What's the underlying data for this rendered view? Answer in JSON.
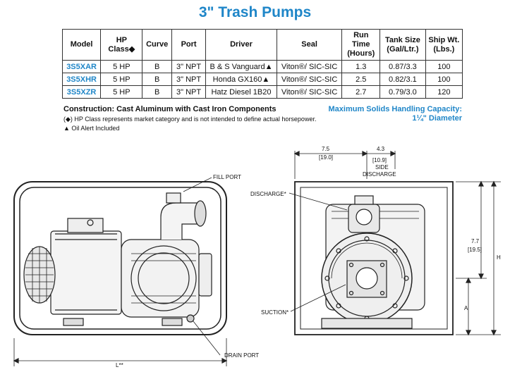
{
  "page_title": "3\" Trash Pumps",
  "table": {
    "headers": [
      "Model",
      "HP Class◆",
      "Curve",
      "Port",
      "Driver",
      "Seal",
      "Run Time (Hours)",
      "Tank Size (Gal/Ltr.)",
      "Ship Wt. (Lbs.)"
    ],
    "rows": [
      [
        "3S5XAR",
        "5 HP",
        "B",
        "3\" NPT",
        "B & S Vanguard▲",
        "Viton®/ SIC-SIC",
        "1.3",
        "0.87/3.3",
        "100"
      ],
      [
        "3S5XHR",
        "5 HP",
        "B",
        "3\" NPT",
        "Honda GX160▲",
        "Viton®/ SIC-SIC",
        "2.5",
        "0.82/3.1",
        "100"
      ],
      [
        "3S5XZR",
        "5 HP",
        "B",
        "3\" NPT",
        "Hatz Diesel 1B20",
        "Viton®/ SIC-SIC",
        "2.7",
        "0.79/3.0",
        "120"
      ]
    ]
  },
  "construction": "Construction: Cast Aluminum with Cast Iron Components",
  "notes": {
    "hp_class": "(◆) HP Class represents market category and is not intended to define actual horsepower.",
    "oil_alert": "▲ Oil Alert Included"
  },
  "solids": {
    "line1": "Maximum Solids Handling Capacity:",
    "line2": "1¼\" Diameter"
  },
  "drawing": {
    "fill_port": "FILL PORT",
    "drain_port": "DRAIN PORT",
    "length": "L**",
    "discharge": "DISCHARGE*",
    "suction": "SUCTION*",
    "dim_7_5": "7.5",
    "dim_19_0": "[19.0]",
    "dim_4_3": "4.3",
    "dim_10_9": "[10.9]",
    "side": "SIDE",
    "side_discharge": "DISCHARGE",
    "dim_7_7": "7.7",
    "dim_19_5": "[19.5]",
    "dim_h": "H",
    "dim_a": "A"
  },
  "colors": {
    "accent": "#1f86c8",
    "line": "#222222"
  }
}
